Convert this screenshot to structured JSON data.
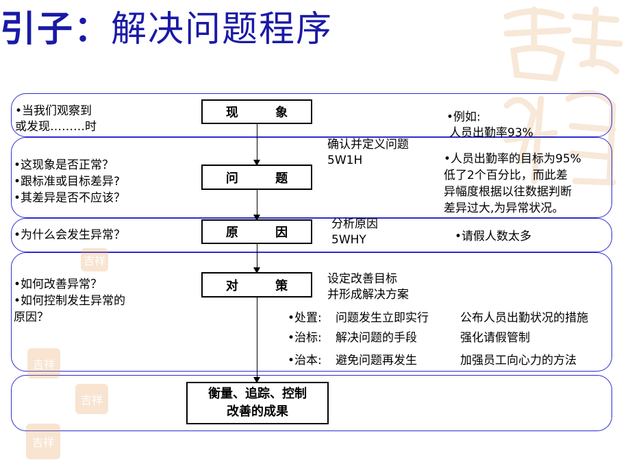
{
  "title": {
    "part1": "引子：",
    "part2": "解决问题程序"
  },
  "flow_boxes": [
    {
      "id": "phenomenon",
      "label": "现 象"
    },
    {
      "id": "problem",
      "label": "问 题"
    },
    {
      "id": "cause",
      "label": "原 因"
    },
    {
      "id": "countermeasure",
      "label": "对 策"
    },
    {
      "id": "result",
      "line1": "衡量、追踪、控制",
      "line2": "改善的成果"
    }
  ],
  "row1": {
    "left": [
      "•当我们观察到",
      "或发现………时"
    ],
    "right": [
      "•例如:",
      "人员出勤率93%"
    ]
  },
  "row2": {
    "left": [
      "•这现象是否正常？",
      "•跟标准或目标差异?",
      "•其差异是否不应该？"
    ],
    "mid": [
      "确认并定义问题",
      "5W1H"
    ],
    "right": [
      "•人员出勤率的目标为95%",
      "低了2个百分比，而此差",
      "异幅度根据以往数据判断",
      "差异过大,为异常状况。"
    ]
  },
  "row3": {
    "left": "•为什么会发生异常？",
    "mid": [
      "分析原因",
      "5WHY"
    ],
    "right": "•请假人数太多"
  },
  "row4": {
    "left": [
      "•如何改善异常？",
      "•如何控制发生异常的",
      "原因？"
    ],
    "mid": [
      "设定改善目标",
      "并形成解决方案"
    ],
    "items": [
      {
        "label": "•处置:",
        "desc": "问题发生立即实行",
        "example": "公布人员出勤状况的措施"
      },
      {
        "label": "•治标:",
        "desc": "解决问题的手段",
        "example": "强化请假管制"
      },
      {
        "label": "•治本:",
        "desc": "避免问题再发生",
        "example": "加强员工向心力的方法"
      }
    ]
  },
  "decor": {
    "stamp_text": "吉祥"
  }
}
